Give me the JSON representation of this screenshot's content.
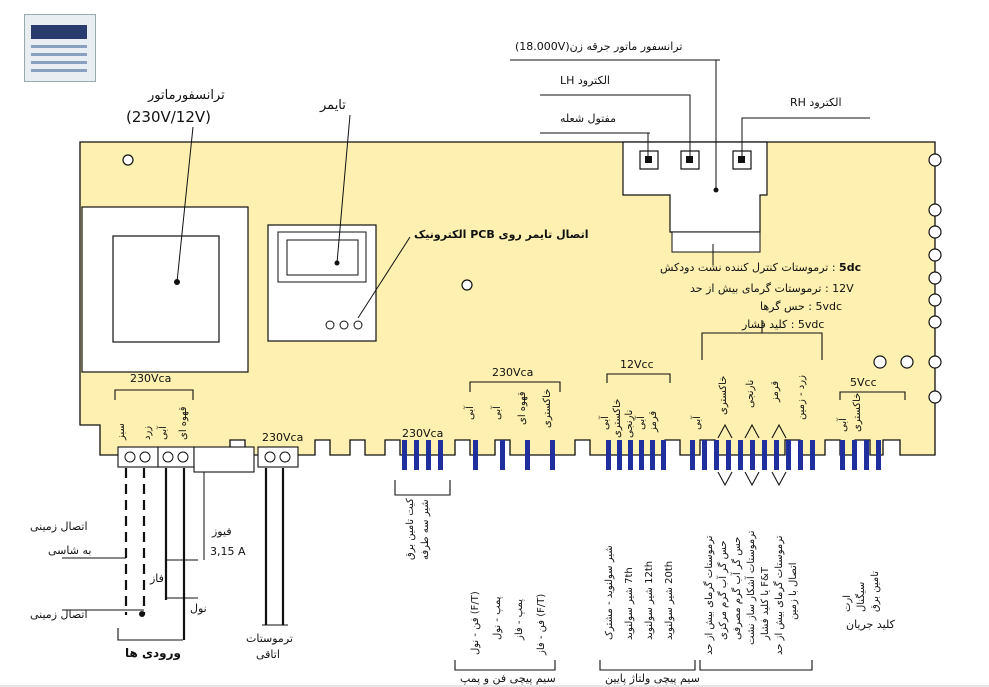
{
  "colors": {
    "board": "#fdf0b0",
    "stroke": "#111111",
    "pin": "#1f2f9e",
    "background": "#ffffff"
  },
  "thumbnail": {
    "icon": "appliance-thumbnail-icon"
  },
  "top_labels": {
    "ignition_transformer": "ترانسفور ماتور جرقه زن(18.000V)",
    "electrode_lh": "الکترود LH",
    "electrode_rh": "الکترود RH",
    "flame_wire": "مفتول شعله"
  },
  "transformer": {
    "label": "ترانسفورماتور",
    "voltage": "(230V/12V)"
  },
  "timer": {
    "label": "تایمر",
    "pcb_connection": "اتصال تایمر روی PCB الکترونیک"
  },
  "legend": {
    "l1_value": "5dc",
    "l1_text": ": ترموستات کنترل کننده نشت دودکش",
    "l2_value": "12V",
    "l2_text": ": ترموستات گرمای بیش از حد",
    "l3_value": "5vdc",
    "l3_text": ": حس گرها",
    "l4_value": "5vdc",
    "l4_text": ": کلید فشار"
  },
  "voltages": {
    "v_left": "230Vca",
    "v_mid": "230Vca",
    "v_fan": "230Vca",
    "v_12": "12Vcc",
    "v_5": "5Vcc",
    "v_fuse": "230Vca"
  },
  "bottom_wires": {
    "w1": "سبز",
    "w2": "زرد",
    "w3": "آبی",
    "w4": "قهوه ای",
    "f1": "آبی",
    "f2": "آبی",
    "f3": "قهوه ای",
    "f4": "خاکستری",
    "t1": "خاکستری",
    "t2": "نارنجی",
    "t3": "آبی",
    "t4": "قرمز",
    "t5": "آبی",
    "s1": "خاکستری",
    "s2": "نارنجی",
    "s3": "قرمز",
    "s4": "زرد - زمین",
    "s5": "آبی",
    "c1": "آبی",
    "c2": "خاکستری"
  },
  "left_bottom": {
    "earth_chassis": "اتصال زمینی",
    "earth_chassis2": "به شاسی",
    "phase": "فاز",
    "neutral": "نول",
    "earth": "اتصال زمینی",
    "fuse": "فیوز",
    "fuse_value": "3,15 A",
    "inputs": "ورودی ها",
    "room_thermostat": "ترموستات",
    "room_thermostat2": "اتاقی"
  },
  "kit_label": "کیت تامین برق",
  "kit_label2": "شیر سه طرفه",
  "fan_pump": {
    "r1": "(F/T) فن - نول",
    "r2": "پمپ - نول",
    "r3": "پمپ - فاز",
    "r4": "(F/T) فن - فاز",
    "title": "سیم پیچی فن و پمپ"
  },
  "low_voltage": {
    "r1": "شیر سولنوید - مشترک",
    "r2": "7th شیر سولنوید",
    "r3": "12th شیر سولنوید",
    "r4": "20th شیر سولنوید",
    "title": "سیم پیچی ولتاژ پایین"
  },
  "sensors": {
    "r1": "ترموستات گرمای بیش از حد",
    "r2": "حس گر آب گرم مرکزی",
    "r3": "حس گر آب گرم مصرفی",
    "r4": "ترموستات آشکار ساز نشت",
    "r5": "F&T یا کلید فشار",
    "r6": "ترموستات گرمای بیش از حد",
    "r7": "اتصال با زمین"
  },
  "current_switch": {
    "r1": "ارت",
    "r2": "سیگنال",
    "r3": "تامین برق",
    "title": "کلید جریان"
  }
}
